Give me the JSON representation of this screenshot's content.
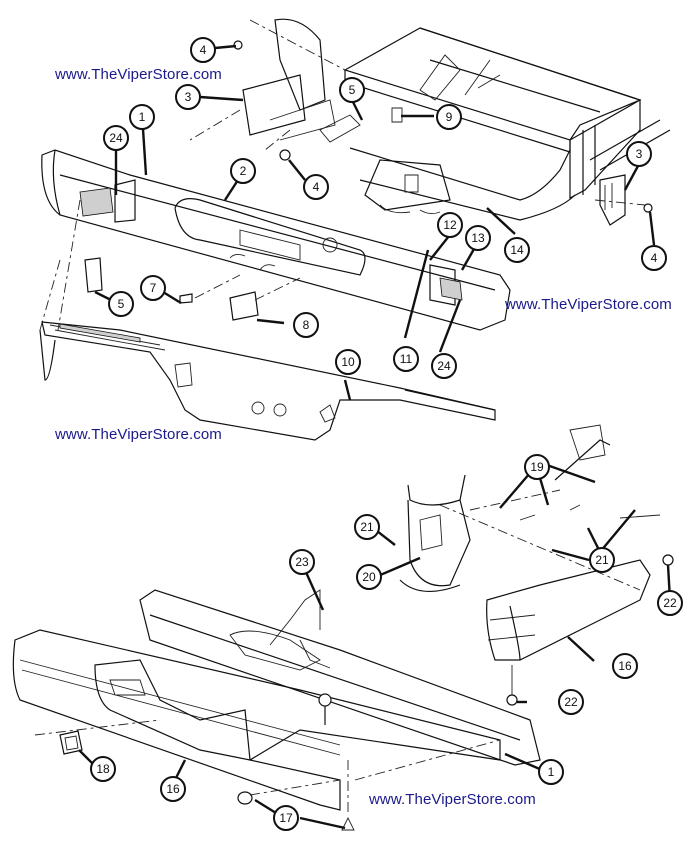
{
  "diagram": {
    "watermark_urls": [
      "www.TheViperStore.com",
      "www.TheViperStore.com",
      "www.TheViperStore.com",
      "www.TheViperStore.com"
    ],
    "callouts": [
      {
        "id": "c4a",
        "label": "4"
      },
      {
        "id": "c3a",
        "label": "3"
      },
      {
        "id": "c5a",
        "label": "5"
      },
      {
        "id": "c9",
        "label": "9"
      },
      {
        "id": "c1a",
        "label": "1"
      },
      {
        "id": "c24a",
        "label": "24"
      },
      {
        "id": "c2",
        "label": "2"
      },
      {
        "id": "c4b",
        "label": "4"
      },
      {
        "id": "c3b",
        "label": "3"
      },
      {
        "id": "c14",
        "label": "14"
      },
      {
        "id": "c4c",
        "label": "4"
      },
      {
        "id": "c12",
        "label": "12"
      },
      {
        "id": "c13",
        "label": "13"
      },
      {
        "id": "c7",
        "label": "7"
      },
      {
        "id": "c5b",
        "label": "5"
      },
      {
        "id": "c8",
        "label": "8"
      },
      {
        "id": "c11",
        "label": "11"
      },
      {
        "id": "c24b",
        "label": "24"
      },
      {
        "id": "c10",
        "label": "10"
      },
      {
        "id": "c19",
        "label": "19"
      },
      {
        "id": "c21a",
        "label": "21"
      },
      {
        "id": "c21b",
        "label": "21"
      },
      {
        "id": "c20",
        "label": "20"
      },
      {
        "id": "c22a",
        "label": "22"
      },
      {
        "id": "c23",
        "label": "23"
      },
      {
        "id": "c16a",
        "label": "16"
      },
      {
        "id": "c22b",
        "label": "22"
      },
      {
        "id": "c18",
        "label": "18"
      },
      {
        "id": "c16b",
        "label": "16"
      },
      {
        "id": "c1b",
        "label": "1"
      },
      {
        "id": "c17",
        "label": "17"
      }
    ]
  }
}
